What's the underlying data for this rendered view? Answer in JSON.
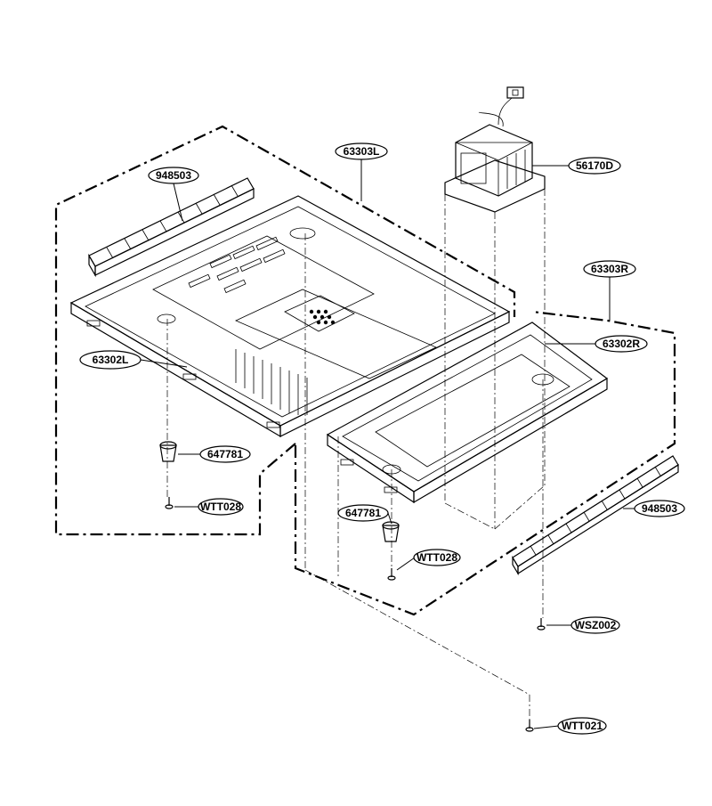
{
  "labels": {
    "gasket_top": "948503",
    "base_left_assy": "63303L",
    "transformer": "56170D",
    "base_right_assy": "63303R",
    "base_right_plate": "63302R",
    "base_left_plate": "63302L",
    "foot_left": "647781",
    "screw_left": "WTT028",
    "foot_right": "647781",
    "screw_right": "WTT028",
    "gasket_bottom": "948503",
    "screw_wsz": "WSZ002",
    "screw_wtt021": "WTT021"
  }
}
